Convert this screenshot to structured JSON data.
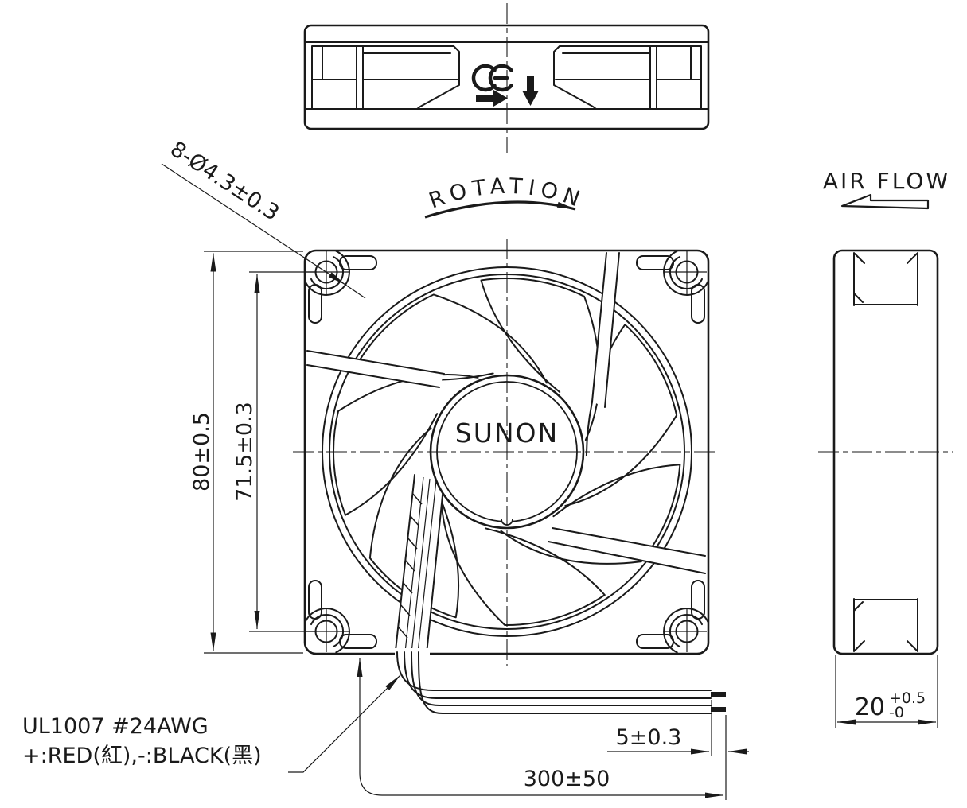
{
  "colors": {
    "line": "#1a1a1a",
    "background": "#ffffff"
  },
  "labels": {
    "rotation": "ROTATION",
    "air_flow": "AIR FLOW"
  },
  "front_view": {
    "brand": "SUNON"
  },
  "dimensions": {
    "mounting_holes": "8-Ø4.3±0.3",
    "frame_size": "80±0.5",
    "hole_pitch": "71.5±0.3",
    "depth_nominal": "20",
    "depth_tol_upper": "+0.5",
    "depth_tol_lower": "-0",
    "strip_length": "5±0.3",
    "lead_length": "300±50"
  },
  "wire_spec": {
    "line1": "UL1007  #24AWG",
    "line2": "+:RED(紅),-:BLACK(黑)"
  },
  "icons": {
    "ce_mark": "CE",
    "rotation_arrow": "clockwise-arc-arrow",
    "air_flow_arrow": "left-hollow-arrow",
    "flow_arrow_right": "solid-right-arrow",
    "flow_arrow_down": "solid-down-arrow"
  }
}
